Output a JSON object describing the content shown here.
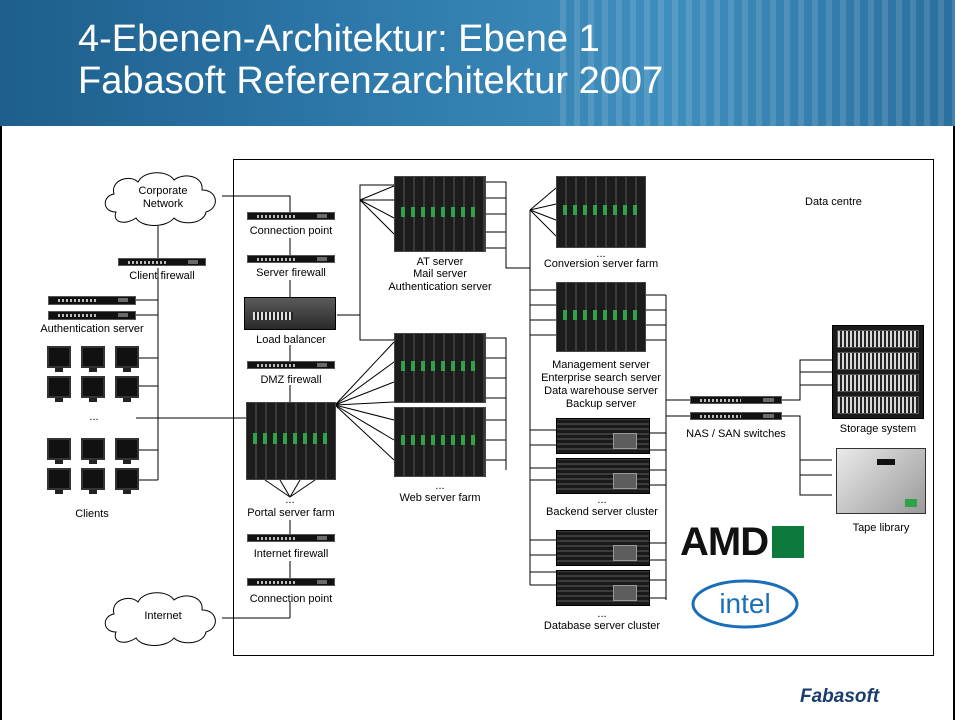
{
  "slide": {
    "title_line1": "4-Ebenen-Architektur: Ebene 1",
    "title_line2": "Fabasoft Referenzarchitektur 2007"
  },
  "labels": {
    "corporate_network": "Corporate\nNetwork",
    "client_firewall": "Client firewall",
    "authentication_server_left": "Authentication server",
    "clients_ellipsis": "...",
    "clients": "Clients",
    "internet": "Internet",
    "connection_point_top": "Connection point",
    "server_firewall": "Server firewall",
    "load_balancer": "Load balancer",
    "dmz_firewall": "DMZ firewall",
    "portal_server_farm": "Portal server farm",
    "internet_firewall": "Internet firewall",
    "connection_point_bottom": "Connection point",
    "at_server": "AT server",
    "mail_server": "Mail server",
    "authentication_server": "Authentication server",
    "web_server_farm": "Web server farm",
    "conversion_server_farm": "Conversion server farm",
    "management_server": "Management server",
    "enterprise_search_server": "Enterprise search server",
    "data_warehouse_server": "Data warehouse server",
    "backup_server": "Backup server",
    "backend_server_cluster": "Backend server cluster",
    "database_server_cluster": "Database server cluster",
    "nas_san_switches": "NAS / SAN switches",
    "storage_system": "Storage system",
    "tape_library": "Tape library",
    "data_centre": "Data centre",
    "ellipsis": "..."
  },
  "logos": {
    "amd": "AMD",
    "intel": "intel",
    "fabasoft": "Fabasoft"
  }
}
